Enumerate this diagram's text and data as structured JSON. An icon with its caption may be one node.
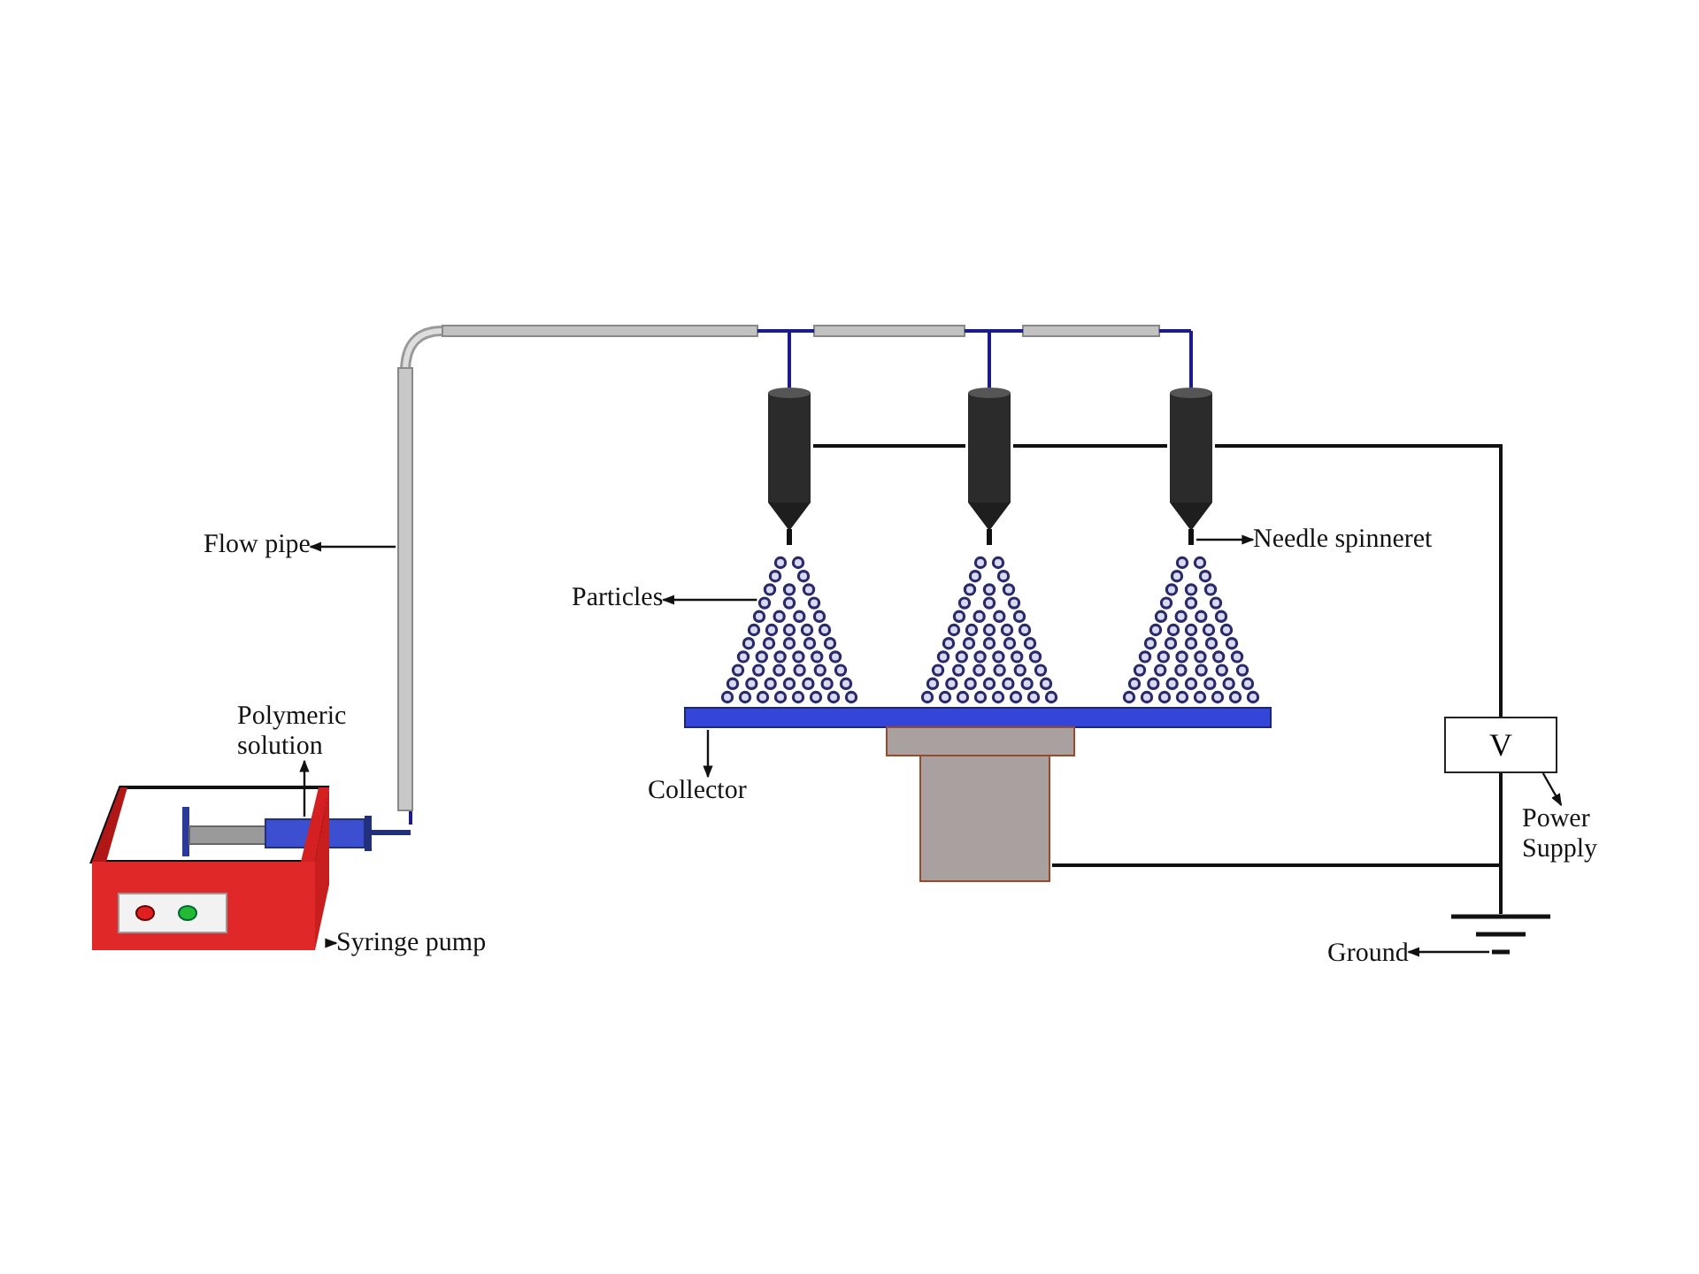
{
  "diagram": {
    "nodes": [
      {
        "text": [
          "Flow pipe"
        ]
      },
      {
        "text": [],
        "shape": "picture"
      },
      {
        "text": [
          "Polymeric solution"
        ]
      },
      {
        "text": [],
        "shape": "picture"
      },
      {
        "text": [
          "Syringe pump"
        ]
      },
      {
        "text": [],
        "shape": "picture"
      },
      {
        "text": [
          "Particles"
        ]
      },
      {
        "text": [],
        "shape": "picture"
      },
      {
        "text": [
          "Needle spinneret"
        ]
      },
      {
        "text": [],
        "shape": "cylinder"
      },
      {
        "text": [],
        "shape": "cylinder"
      },
      {
        "text": [],
        "shape": "cylinder"
      },
      {
        "text": [
          "Collector"
        ]
      },
      {
        "text": [],
        "shape": "picture"
      },
      {
        "text": [
          "V"
        ]
      },
      {
        "text": [
          "Power Supply"
        ]
      },
      {
        "text": [
          "Ground"
        ]
      },
      {
        "text": [],
        "shape": "picture"
      }
    ],
    "edges": [
      {
        "from": 1,
        "to": 0,
        "arrow": "to"
      },
      {
        "from": 3,
        "to": 2,
        "arrow": "to"
      },
      {
        "from": 5,
        "to": 4,
        "arrow": "to"
      },
      {
        "from": 7,
        "to": 6,
        "arrow": "to"
      },
      {
        "from": 11,
        "to": 8,
        "arrow": "to"
      },
      {
        "from": 13,
        "to": 12,
        "arrow": "to"
      },
      {
        "from": 14,
        "to": 15,
        "arrow": "to"
      },
      {
        "from": 17,
        "to": 16,
        "arrow": "to"
      },
      {
        "from": 11,
        "to": 14,
        "arrow": "none"
      },
      {
        "from": 14,
        "to": 17,
        "arrow": "none"
      },
      {
        "from": 13,
        "to": 17,
        "arrow": "none"
      },
      {
        "from": 9,
        "to": 10,
        "arrow": "none"
      },
      {
        "from": 10,
        "to": 11,
        "arrow": "none"
      }
    ]
  }
}
